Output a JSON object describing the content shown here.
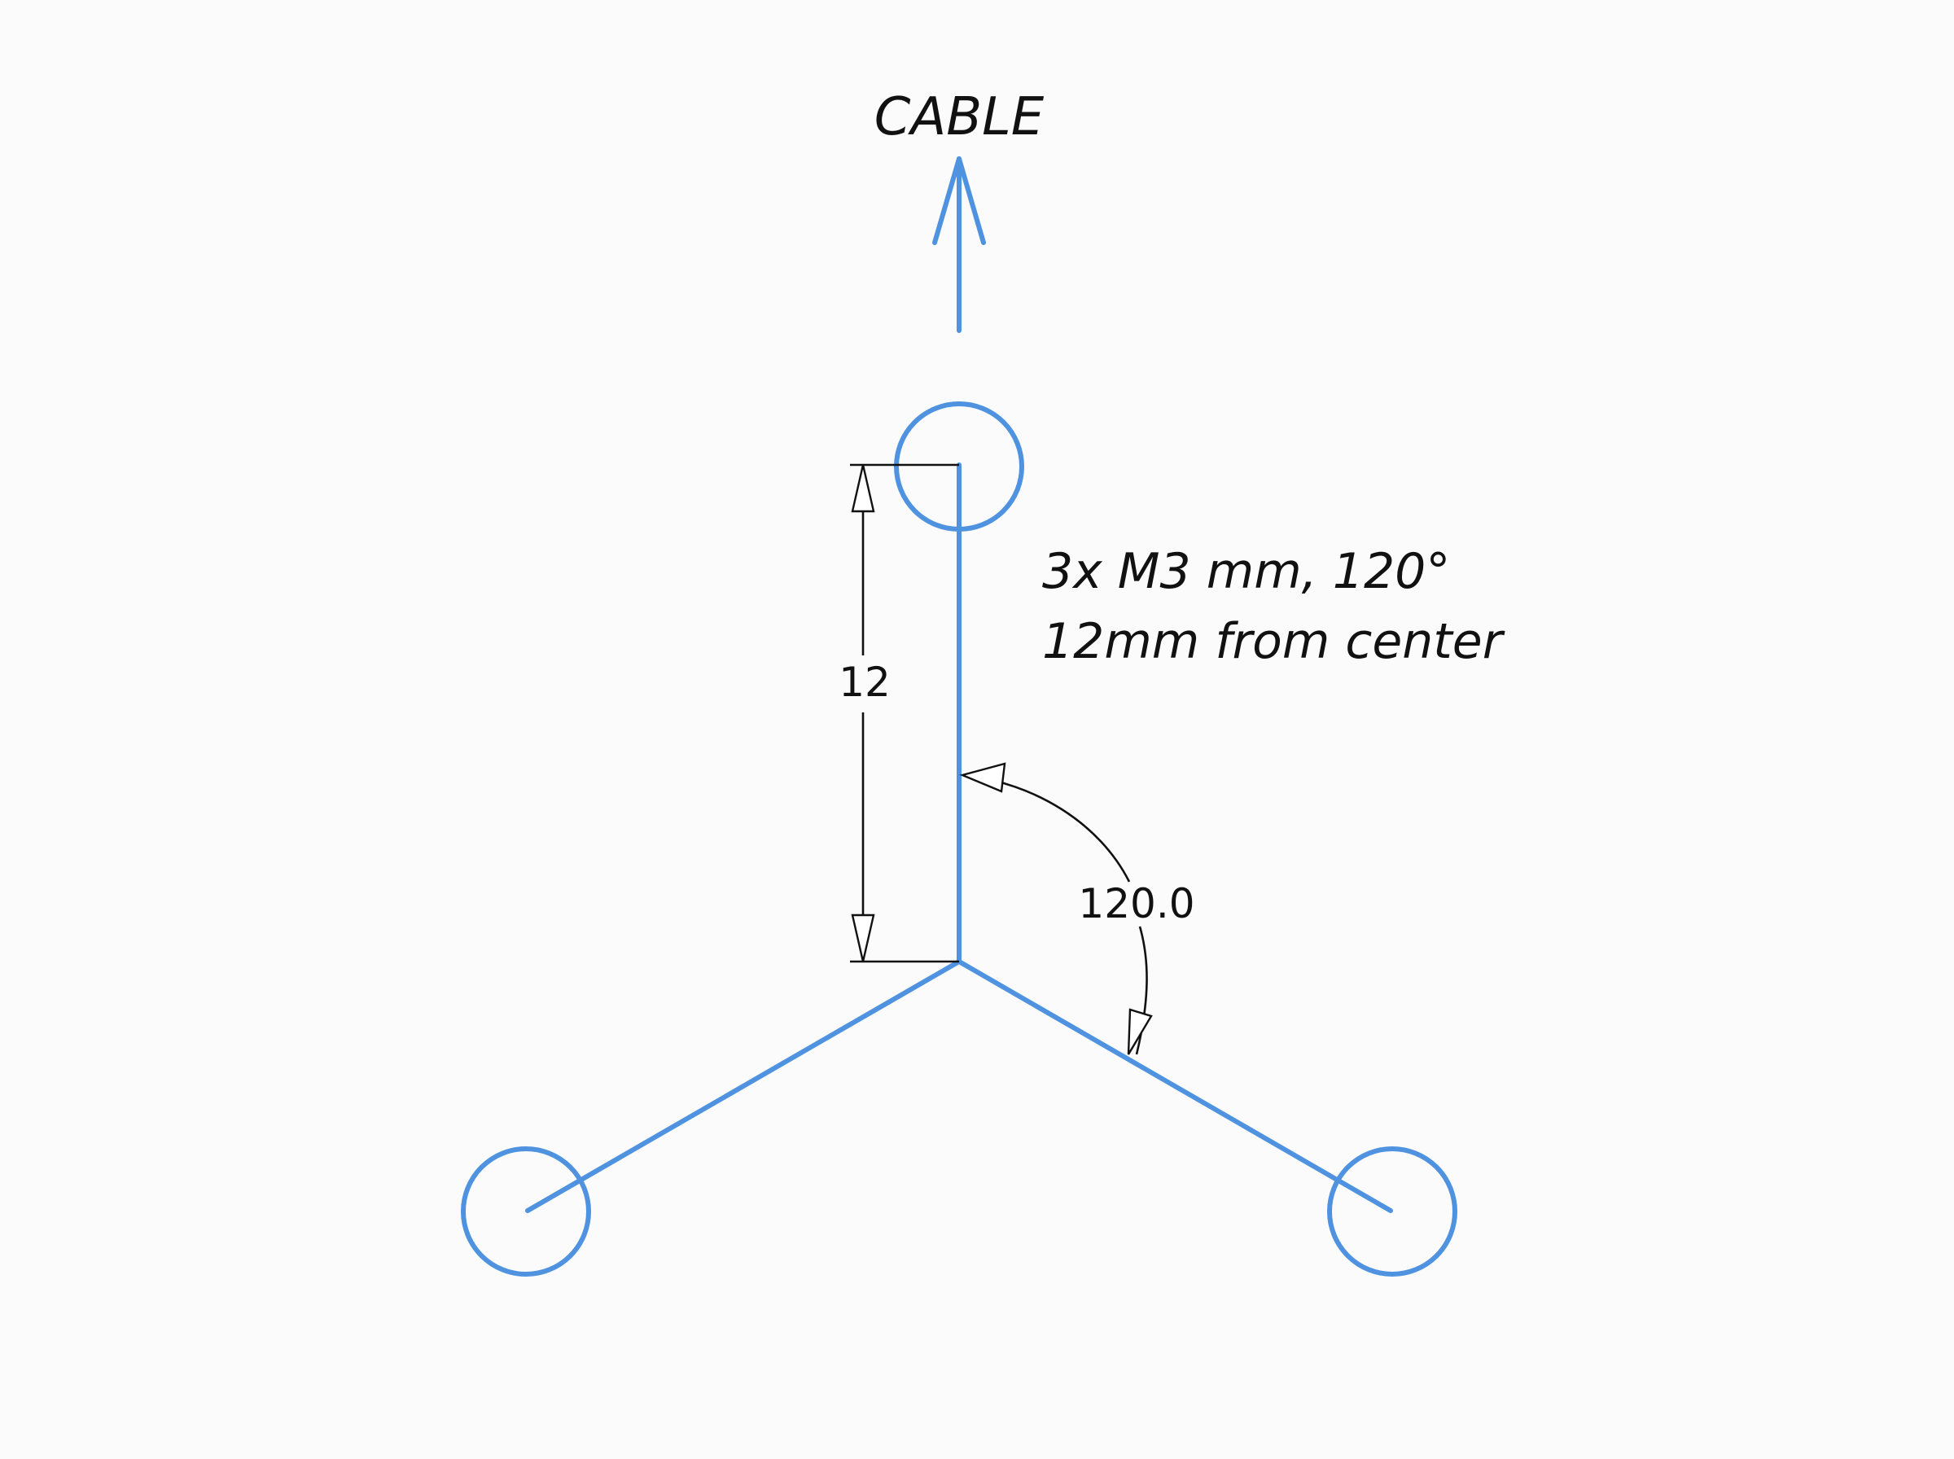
{
  "labels": {
    "cable": "CABLE",
    "note_line1": "3x M3 mm, 120°",
    "note_line2": "12mm from center",
    "dim_length": "12",
    "dim_angle": "120.0"
  },
  "colors": {
    "geometry": "#4f93e0",
    "dimension": "#111111",
    "background": "#fbfbfb"
  }
}
